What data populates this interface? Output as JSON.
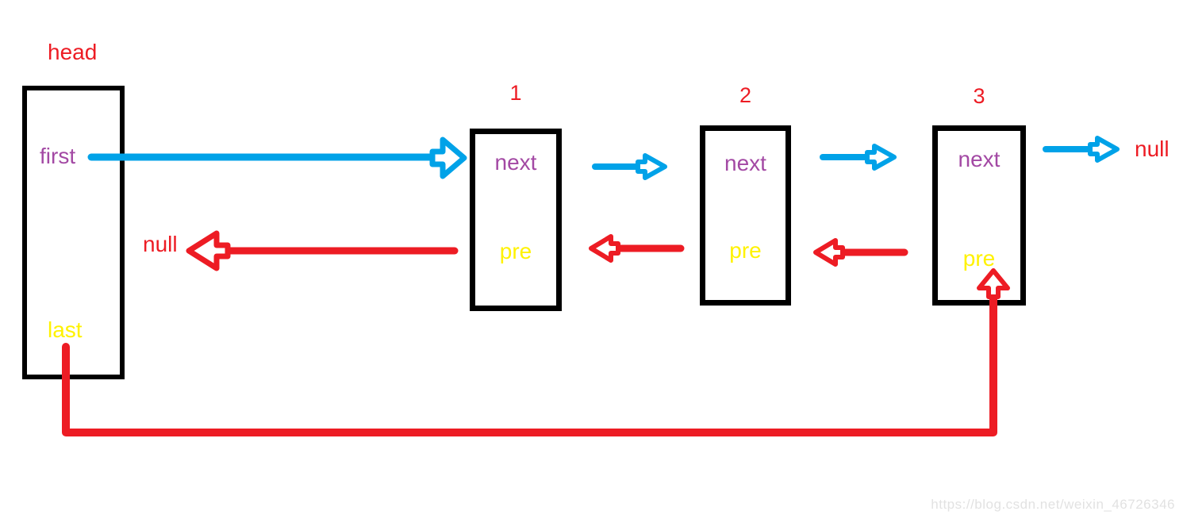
{
  "diagram": {
    "title_area": {
      "head_label": "head"
    },
    "head_node": {
      "first_label": "first",
      "last_label": "last"
    },
    "nodes": [
      {
        "number": "1",
        "next_label": "next",
        "pre_label": "pre"
      },
      {
        "number": "2",
        "next_label": "next",
        "pre_label": "pre"
      },
      {
        "number": "3",
        "next_label": "next",
        "pre_label": "pre"
      }
    ],
    "null_left_label": "null",
    "null_right_label": "null",
    "watermark": "https://blog.csdn.net/weixin_46726346",
    "colors": {
      "next_pointer_blue": "#00A2E8",
      "pre_pointer_red": "#ED1C24",
      "pointer_name_purple": "#A349A4",
      "field_name_yellow": "#FFF200",
      "box_border_black": "#000000",
      "watermark_gray": "#E2E2E2"
    }
  }
}
